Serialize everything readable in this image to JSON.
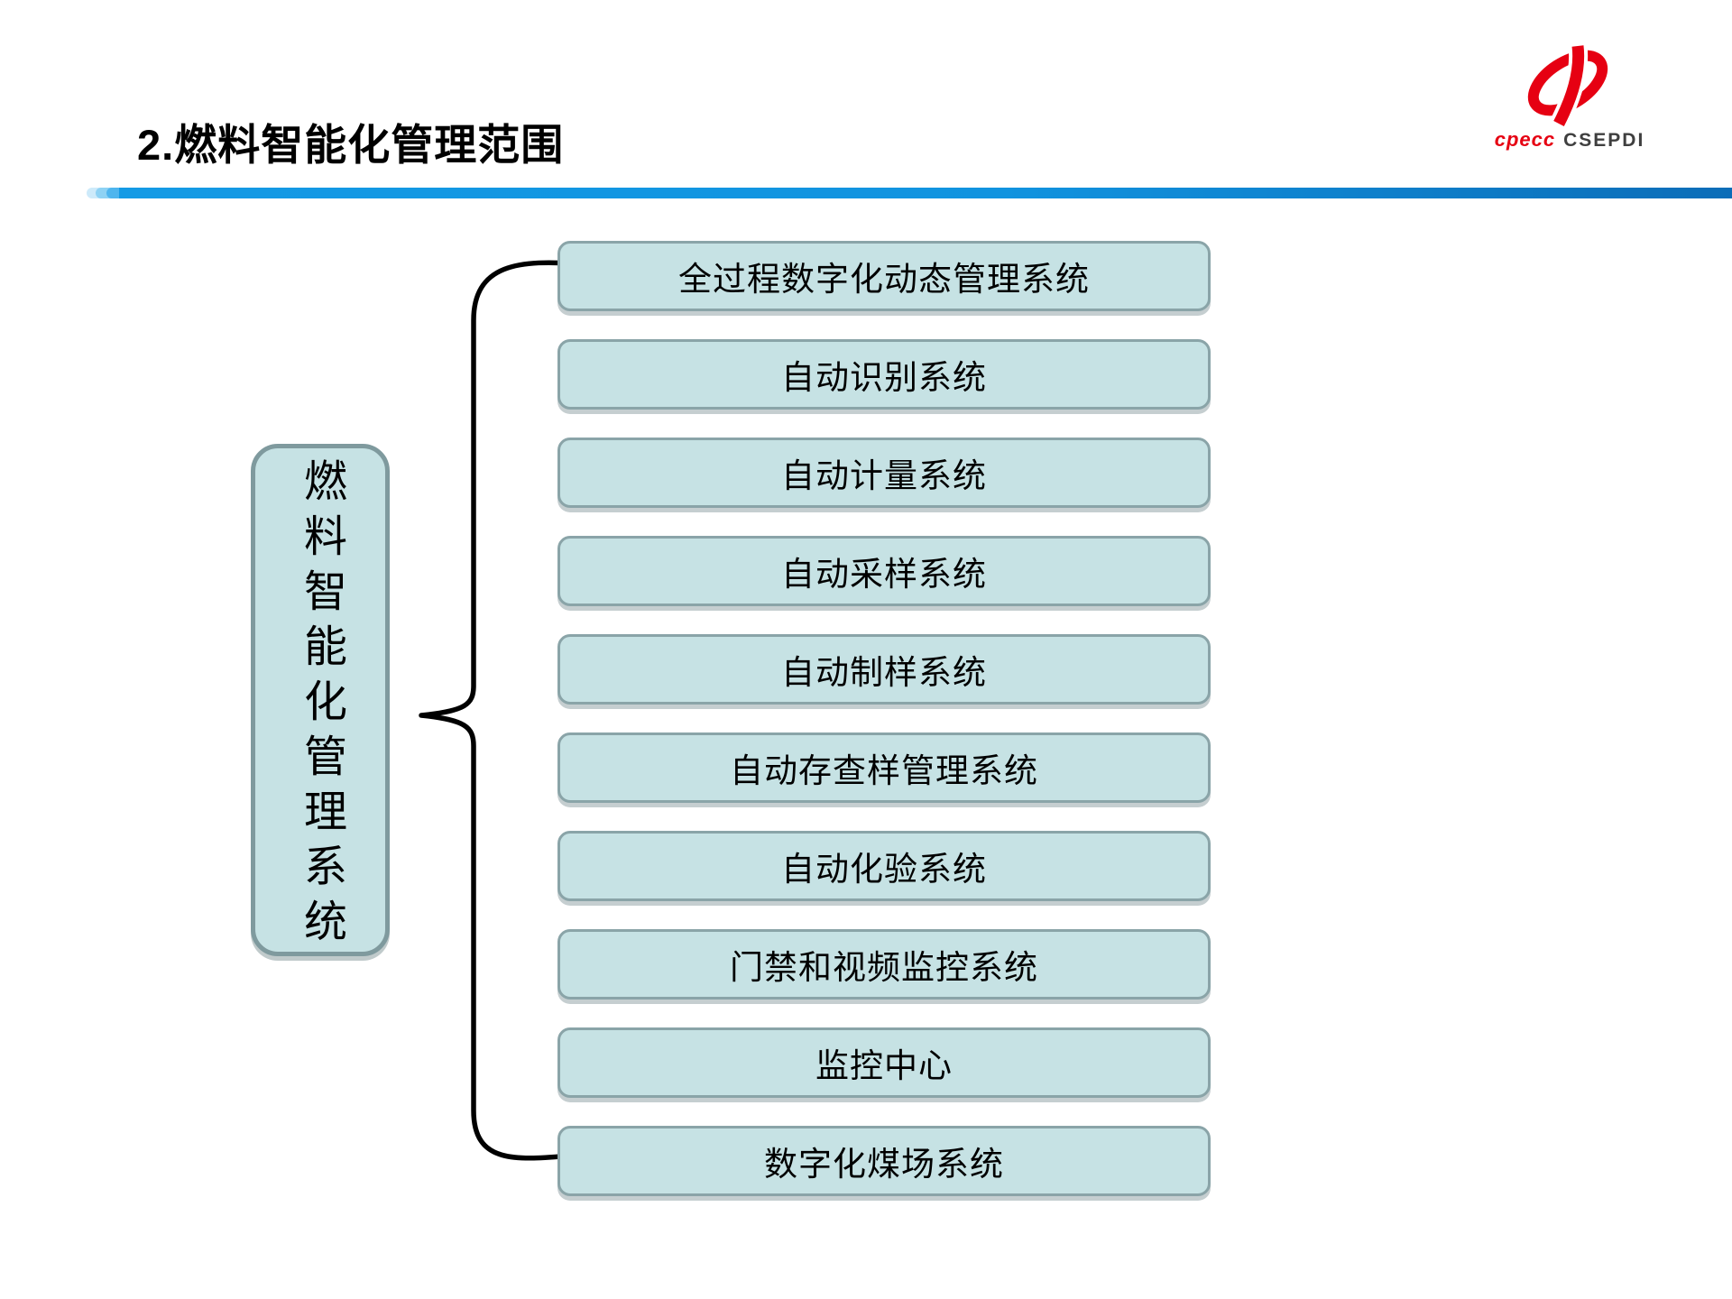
{
  "title": "2.燃料智能化管理范围",
  "logo": {
    "brand": "cpecc",
    "org": "CSEPDI"
  },
  "colors": {
    "divider_blue": "#1193df",
    "divider_blue_dark": "#0b6db8",
    "box_fill": "#c6e2e4",
    "box_border": "#8aa4a8",
    "root_box_border": "#7f9a9e",
    "brace": "#000000",
    "logo_red": "#e60012",
    "logo_gray": "#3f3f3f"
  },
  "diagram": {
    "root_label": "燃料智能化管理系统",
    "children": [
      "全过程数字化动态管理系统",
      "自动识别系统",
      "自动计量系统",
      "自动采样系统",
      "自动制样系统",
      "自动存查样管理系统",
      "自动化验系统",
      "门禁和视频监控系统",
      "监控中心",
      "数字化煤场系统"
    ]
  }
}
